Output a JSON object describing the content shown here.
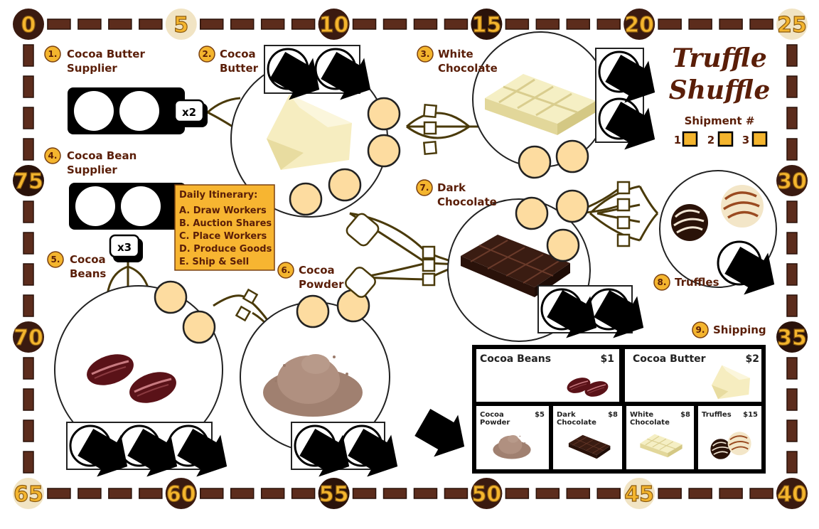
{
  "game": {
    "title_line1": "Truffle",
    "title_line2": "Shuffle",
    "shipment_label": "Shipment #",
    "shipments": [
      "1",
      "2",
      "3"
    ]
  },
  "track": {
    "numbers": [
      "0",
      "5",
      "10",
      "15",
      "20",
      "25",
      "30",
      "35",
      "40",
      "45",
      "50",
      "55",
      "60",
      "65",
      "70",
      "75"
    ]
  },
  "stations": [
    {
      "num": "1.",
      "line1": "Cocoa Butter",
      "line2": "Supplier"
    },
    {
      "num": "2.",
      "line1": "Cocoa",
      "line2": "Butter"
    },
    {
      "num": "3.",
      "line1": "White",
      "line2": "Chocolate"
    },
    {
      "num": "4.",
      "line1": "Cocoa Bean",
      "line2": "Supplier"
    },
    {
      "num": "5.",
      "line1": "Cocoa",
      "line2": "Beans"
    },
    {
      "num": "6.",
      "line1": "Cocoa",
      "line2": "Powder"
    },
    {
      "num": "7.",
      "line1": "Dark",
      "line2": "Chocolate"
    },
    {
      "num": "8.",
      "line1": "Truffles",
      "line2": ""
    },
    {
      "num": "9.",
      "line1": "Shipping",
      "line2": ""
    }
  ],
  "multipliers": {
    "butter": "x2",
    "beans": "x3"
  },
  "itinerary": {
    "title": "Daily Itinerary:",
    "items": [
      "A. Draw Workers",
      "B. Auction Shares",
      "C. Place Workers",
      "D. Produce Goods",
      "E. Ship & Sell"
    ]
  },
  "prices": [
    {
      "name": "Cocoa Beans",
      "line2": "",
      "price": "$1"
    },
    {
      "name": "Cocoa Butter",
      "line2": "",
      "price": "$2"
    },
    {
      "name": "Cocoa",
      "line2": "Powder",
      "price": "$5"
    },
    {
      "name": "Dark",
      "line2": "Chocolate",
      "price": "$8"
    },
    {
      "name": "White",
      "line2": "Chocolate",
      "price": "$8"
    },
    {
      "name": "Truffles",
      "line2": "",
      "price": "$15"
    }
  ],
  "colors": {
    "slot": "#fddca0",
    "brown": "#5a1e08",
    "track_num": "#f4b52e",
    "itinerary_bg": "#f7b531",
    "line": "#4a3a0a",
    "chocolate_bar": "#5c2c1c"
  }
}
